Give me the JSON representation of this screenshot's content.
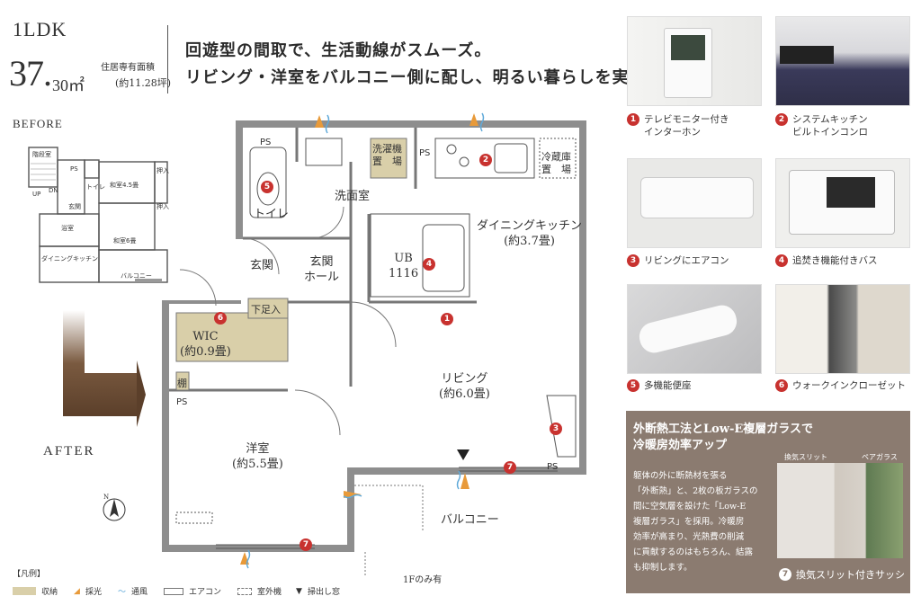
{
  "header": {
    "type": "1LDK",
    "area_label": "住居専有面積",
    "area_int": "37.",
    "area_dec": "30㎡",
    "area_tsubo": "(約11.28坪)",
    "headline_1": "回遊型の間取で、生活動線がスムーズ。",
    "headline_2": "リビング・洋室をバルコニー側に配し、明るい暮らしを実現。"
  },
  "before_label": "BEFORE",
  "after_label": "AFTER",
  "before_plan": {
    "rooms": [
      "階段室",
      "PS",
      "トイレ",
      "UP",
      "DN",
      "玄関",
      "押入",
      "和室4.5畳",
      "押入",
      "和室6畳",
      "浴室",
      "ダイニングキッチン",
      "バルコニー"
    ]
  },
  "plan": {
    "rooms": {
      "toilet": "トイレ",
      "washroom": "洗面室",
      "genkan": "玄関",
      "hall_1": "玄関",
      "hall_2": "ホール",
      "ub_1": "UB",
      "ub_2": "1116",
      "dk_1": "ダイニングキッチン",
      "dk_2": "(約3.7畳)",
      "living_1": "リビング",
      "living_2": "(約6.0畳)",
      "western_1": "洋室",
      "western_2": "(約5.5畳)",
      "wic_1": "WIC",
      "wic_2": "(約0.9畳)",
      "balcony": "バルコニー",
      "washer_1": "洗濯機",
      "washer_2": "置　場",
      "fridge_1": "冷蔵庫",
      "fridge_2": "置　場",
      "shoes": "下足入",
      "shelf": "棚",
      "ps": "PS",
      "only_1f": "1Fのみ有"
    },
    "badges": [
      "1",
      "2",
      "3",
      "4",
      "5",
      "6",
      "7",
      "7"
    ]
  },
  "legend": {
    "title": "【凡例】",
    "items": [
      "収納",
      "採光",
      "通風",
      "エアコン",
      "室外機",
      "掃出し窓"
    ]
  },
  "features": [
    {
      "num": "1",
      "text": "テレビモニター付き\nインターホン"
    },
    {
      "num": "2",
      "text": "システムキッチン\nビルトインコンロ"
    },
    {
      "num": "3",
      "text": "リビングにエアコン"
    },
    {
      "num": "4",
      "text": "追焚き機能付きバス"
    },
    {
      "num": "5",
      "text": "多機能便座"
    },
    {
      "num": "6",
      "text": "ウォークインクローゼット"
    }
  ],
  "panel": {
    "title_1": "外断熱工法とLow-E複層ガラスで",
    "title_2": "冷暖房効率アップ",
    "body": [
      "躯体の外に断熱材を張る",
      "「外断熱」と、2枚の板ガラスの",
      "間に空気層を設けた「Low-E",
      "複層ガラス」を採用。冷暖房",
      "効率が高まり、光熱費の削減",
      "に貢献するのはもちろん、結露",
      "も抑制します。"
    ],
    "label_slit": "換気スリット",
    "label_pair": "ペアガラス",
    "caption_num": "7",
    "caption": "換気スリット付きサッシ"
  },
  "colors": {
    "storage": "#d9cfa9",
    "accent": "#c8322f",
    "panel": "#8b7b70",
    "wall": "#8e8e8e",
    "light": "#e89a3a",
    "wind": "#5fa9d9"
  }
}
